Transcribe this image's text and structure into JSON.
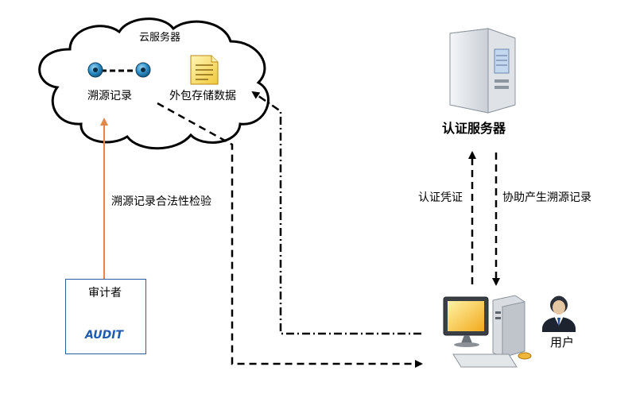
{
  "cloud": {
    "title": "云服务器",
    "record_label": "溯源记录",
    "storage_label": "外包存储数据"
  },
  "auth_server": {
    "label": "认证服务器"
  },
  "arrows": {
    "credential_label": "认证凭证",
    "assist_label": "协助产生溯源记录",
    "verify_label": "溯源记录合法性检验"
  },
  "auditor": {
    "title": "审计者",
    "badge_text": "AUDIT"
  },
  "user": {
    "label": "用户"
  },
  "colors": {
    "audit_arrow": "#e4874a",
    "audit_box_border": "#2e5da8",
    "node_blue": "#1f7fb6",
    "doc_yellow": "#f6d24a"
  }
}
